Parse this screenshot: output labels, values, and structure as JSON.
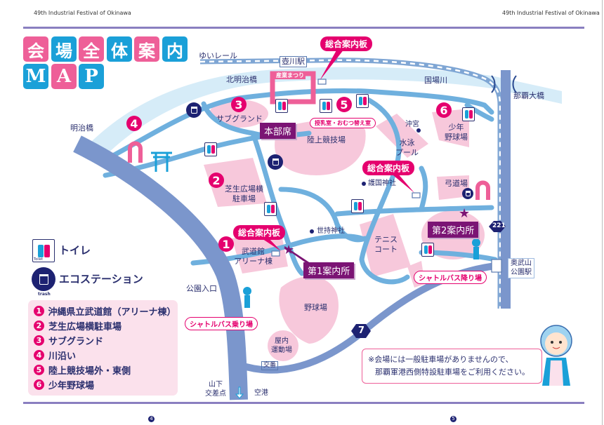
{
  "header": {
    "left": "49th Industrial Festival of Okinawa",
    "right": "49th Industrial Festival of Okinawa"
  },
  "title": {
    "chars": [
      "会",
      "場",
      "全",
      "体",
      "案",
      "内"
    ],
    "map": [
      "M",
      "A",
      "P"
    ]
  },
  "places": {
    "yui_rail": "ゆいレール",
    "tsubogawa_station": "壺川駅",
    "kita_meiji_bridge": "北明治橋",
    "meiji_bridge": "明治橋",
    "kokuba_river": "国場川",
    "naha_bridge": "那覇大橋",
    "festival_gate": "産業まつり",
    "okinomiya": "沖宮",
    "pool": "水泳\nプール",
    "youth_baseball": "少年\n野球場",
    "kyudo": "弓道場",
    "gokoku": "護国神社",
    "sejiji": "世持神社",
    "sub_ground": "サブグランド",
    "stadium": "陸上競技場",
    "lawn_parking": "芝生広場横\n駐車場",
    "budokan": "武道館\nアリーナ棟",
    "tennis": "テニス\nコート",
    "baseball": "野球場",
    "indoor": "屋内\n運動場",
    "koban": "交番",
    "park_entrance": "公園入口",
    "yamashita": "山下\n交差点",
    "airport": "空港",
    "onoyama_station": "奥武山\n公園駅",
    "route221": "221",
    "route7": "7"
  },
  "callouts": {
    "board1": "総合案内板",
    "board2": "総合案内板",
    "board3": "総合案内板",
    "hq": "本部席",
    "info1": "第1案内所",
    "info2": "第2案内所",
    "nursing": "授乳室・おむつ替え室",
    "shuttle_on": "シャトルバス乗り場",
    "shuttle_off": "シャトルバス降り場"
  },
  "legend": {
    "toilet": "トイレ",
    "toilet_caption": "Toilet",
    "eco": "エコステーション",
    "trash_caption": "trash",
    "items": [
      {
        "n": "1",
        "label": "沖縄県立武道館（アリーナ棟）"
      },
      {
        "n": "2",
        "label": "芝生広場横駐車場"
      },
      {
        "n": "3",
        "label": "サブグランド"
      },
      {
        "n": "4",
        "label": "川沿い"
      },
      {
        "n": "5",
        "label": "陸上競技場外・東側"
      },
      {
        "n": "6",
        "label": "少年野球場"
      }
    ]
  },
  "note": {
    "line1": "※会場には一般駐車場がありませんので、",
    "line2": "那覇軍港西側特設駐車場をご利用ください。"
  },
  "pages": {
    "left": "4",
    "right": "5"
  },
  "colors": {
    "pink": "#e5006e",
    "blue": "#1aa0d8",
    "purple": "#7b1474",
    "road": "#7b96cc",
    "path": "#6fb0de",
    "area": "#f7c8db"
  }
}
